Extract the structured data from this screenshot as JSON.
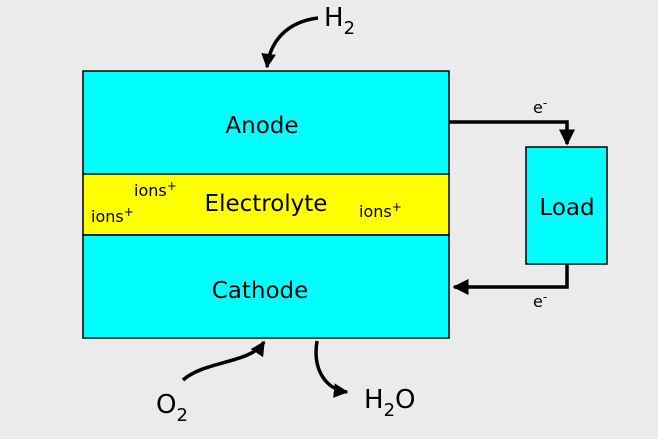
{
  "colors": {
    "background": "#ebebeb",
    "electrode": "#00ffff",
    "electrolyte": "#ffff00",
    "load": "#00ffff",
    "stroke": "#000000"
  },
  "layers": {
    "anode": "Anode",
    "electrolyte": "Electrolyte",
    "cathode": "Cathode"
  },
  "ions": {
    "symbol": "ions",
    "charge": "+"
  },
  "load": "Load",
  "electron": {
    "symbol": "e",
    "charge": "-"
  },
  "molecules": {
    "h2": {
      "symbol": "H",
      "subscript": "2"
    },
    "o2": {
      "symbol": "O",
      "subscript": "2"
    },
    "h2o": {
      "symbol": "H",
      "subscript": "2",
      "tail": "O"
    }
  }
}
